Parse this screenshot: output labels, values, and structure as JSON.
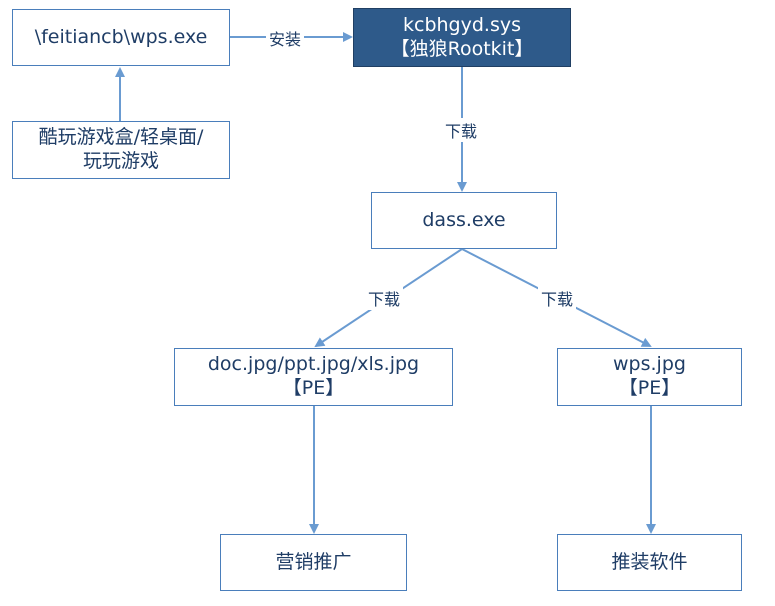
{
  "nodes": {
    "wps_exe": "\\feitiancb\\wps.exe",
    "kcbhgyd_line1": "kcbhgyd.sys",
    "kcbhgyd_line2": "【独狼Rootkit】",
    "source_line1": "酷玩游戏盒/轻桌面/",
    "source_line2": "玩玩游戏",
    "dass_exe": "dass.exe",
    "doc_line1": "doc.jpg/ppt.jpg/xls.jpg",
    "doc_line2": "【PE】",
    "wpsjpg_line1": "wps.jpg",
    "wpsjpg_line2": "【PE】",
    "marketing": "营销推广",
    "promote_software": "推装软件"
  },
  "edges": {
    "install": "安装",
    "download_1": "下载",
    "download_2": "下载",
    "download_3": "下载"
  },
  "colors": {
    "border": "#4a7ebb",
    "arrow": "#6a9bd1",
    "dark_fill": "#2e5a8a",
    "text": "#1f3d66"
  }
}
